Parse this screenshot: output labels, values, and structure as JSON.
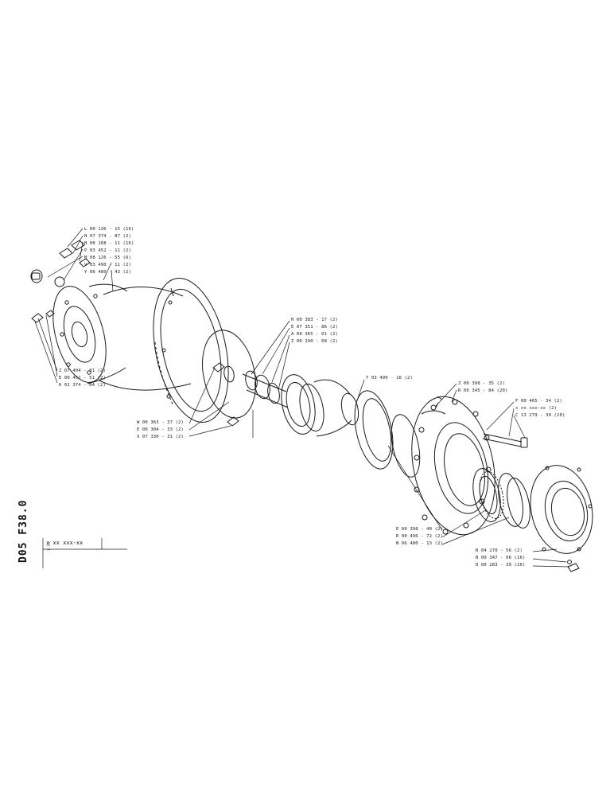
{
  "sheet": {
    "reference": "D05 F38.0",
    "part_field": "x xx xxx-xx",
    "part_field_sub": "1-76"
  },
  "labels": {
    "top_left": [
      "L 00 136 - 15 (16)",
      "N 07 374 - 87 (2)",
      "N 00 168 - 11 (16)",
      "P 03 452 - 11 (2)",
      "M 08 126 - 55 (6)",
      "V 03 490 - 11 (2)",
      "Y 06 480 - 43 (2)"
    ],
    "left_lower": [
      "Z 07 404 - 81 (2)",
      "E 00 452 - 51 (2)",
      "K 02 374 - 84 (2)"
    ],
    "center_left": [
      "W 00 363 - 37 (2)",
      "E 00 304 - 33 (2)",
      "X 07 330 - 31 (2)"
    ],
    "center_top": [
      "H 00 383 - 17 (2)",
      "E 07 351 - 86 (2)",
      "A 08 365 - 01 (2)",
      "Z 00 290 - 68 (2)"
    ],
    "center_single": "T 03 490 - 16 (2)",
    "right_top": [
      "Z 00 398 - 35 (2)",
      "R 00 345 - 84 (20)"
    ],
    "right_far": [
      "F 00 465 - 34 (2)",
      "x xx xxx-xx (2)",
      "C 13 279 - 30 (20)"
    ],
    "bottom_mid": [
      "E 00 398 - 40 (2)",
      "R 00 496 - 72 (2)",
      "N 06 480 - 13 (2)"
    ],
    "bottom_right": [
      "R 04 270 - 56 (2)",
      "B 00 347 - 06 (16)",
      "D 00 283 - 39 (16)"
    ]
  },
  "colors": {
    "ink": "#111111",
    "paper": "#ffffff"
  }
}
